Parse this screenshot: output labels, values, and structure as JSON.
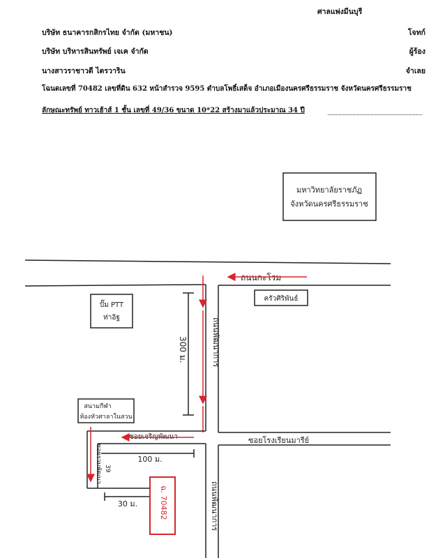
{
  "header": {
    "court": "ศาลแพ่งมีนบุรี",
    "plaintiff_name": "บริษัท ธนาคารกสิกรไทย จำกัด (มหาชน)",
    "plaintiff_role": "โจทก์",
    "petitioner_name": "บริษัท บริหารสินทรัพย์ เจเค จำกัด",
    "petitioner_role": "ผู้ร้อง",
    "defendant_name": "นางสาวราชาวดี ไตรวาริน",
    "defendant_role": "จำเลย",
    "deed_line": "โฉนดเลขที่ 70482 เลขที่ดิน 632 หน้าสำรวจ 9595 ตำบลโพธิ์เสด็จ อำเภอเมืองนครศรีธรรมราช จังหวัดนครศรีธรรมราช",
    "property_line": "ลักษณะทรัพย์ ทาวเฮ้าส์ 1 ชั้น เลขที่ 49/36 ขนาด 10*22 สร้างมาแล้วประมาณ 34 ปี"
  },
  "map": {
    "landmark_box": [
      "มหาวิทยาลัยราชภัฏ",
      "จังหวัดนครศรีธรรมราช"
    ],
    "road_main": "ถนนกะโรม",
    "road_vertical_upper": "ถนนพัฒนาการ",
    "road_vertical_lower": "ถนนพัฒนาการ",
    "distance_vertical": "300 ม.",
    "pump_box": [
      "ปั๊ม PTT",
      "ท่าอิฐ"
    ],
    "shop_box": "ครัวศิริพันธ์",
    "park_box": [
      "สนามกีฬา",
      "ห้องหัวศาลาในสวน"
    ],
    "soi_left": "ซอยเจริญพัฒนา",
    "soi_right": "ซอยโรงเรียนมารีย์",
    "soi_vertical": "ซอยรวมพัฒนา",
    "soi_number": "39",
    "distance_soi": "100 ม.",
    "distance_plot": "30 ม.",
    "plot_label": "ฉ. 70482"
  }
}
